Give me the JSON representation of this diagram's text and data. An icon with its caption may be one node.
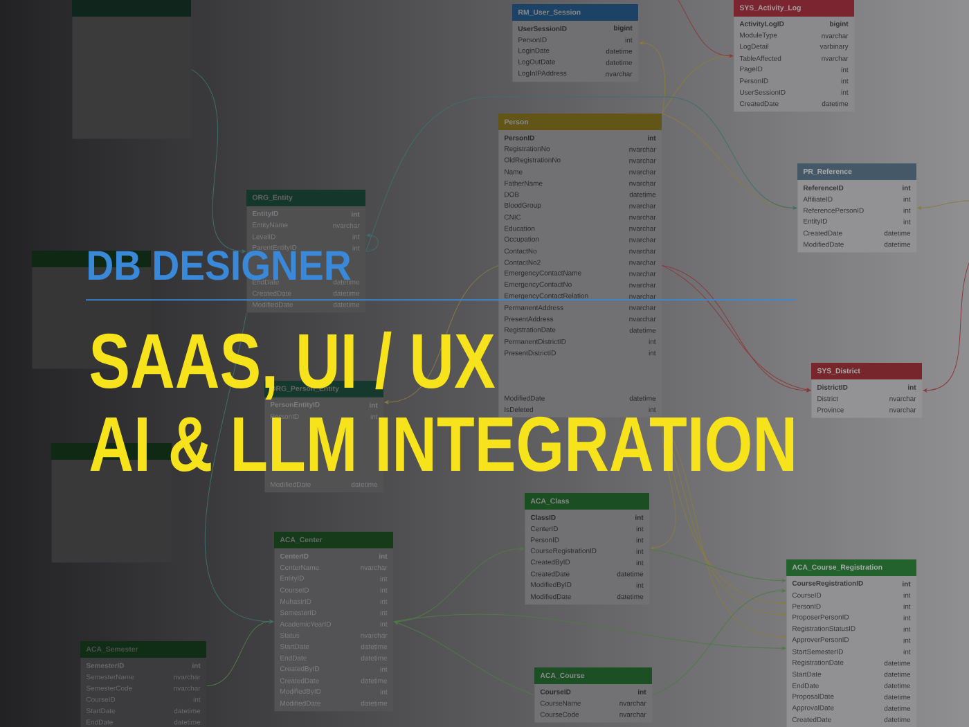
{
  "diagram": {
    "title": "DB DESIGNER",
    "nodes": [
      {
        "text": [],
        "shape": "box"
      },
      {
        "text": [
          "RM_User_Session",
          "UserSessionID",
          "bigint",
          "PersonID",
          "int",
          "LoginDate",
          "datetime",
          "LogOutDate",
          "datetime",
          "LogInIPAddress",
          "nvarchar"
        ]
      },
      {
        "text": [
          "SYS_Activity_Log",
          "ActivityLogID",
          "bigint",
          "ModuleType",
          "nvarchar",
          "LogDetail",
          "varbinary",
          "TableAffected",
          "nvarchar",
          "PageID",
          "int",
          "PersonID",
          "int",
          "UserSessionID",
          "int",
          "CreatedDate",
          "datetime"
        ]
      },
      {
        "text": [
          "Person",
          "PersonID",
          "int",
          "RegistrationNo",
          "nvarchar",
          "OldRegistrationNo",
          "nvarchar",
          "Name",
          "nvarchar",
          "FatherName",
          "nvarchar",
          "DOB",
          "datetime",
          "BloodGroup",
          "nvarchar",
          "CNIC",
          "nvarchar",
          "Education",
          "nvarchar",
          "Occupation",
          "nvarchar",
          "ContactNo",
          "nvarchar",
          "ContactNo2",
          "nvarchar",
          "EmergencyContactName",
          "nvarchar",
          "EmergencyContactNo",
          "nvarchar",
          "EmergencyContactRelation",
          "nvarchar",
          "PermanentAddress",
          "nvarchar",
          "PresentAddress",
          "nvarchar",
          "RegistrationDate",
          "datetime",
          "PermanentDistrictID",
          "int",
          "PresentDistrictID",
          "int",
          "ModifiedDate",
          "datetime",
          "IsDeleted",
          "int"
        ]
      },
      {
        "text": [
          "PR_Reference",
          "ReferenceID",
          "int",
          "AffiliateID",
          "int",
          "ReferencePersonID",
          "int",
          "EntityID",
          "int",
          "CreatedDate",
          "datetime",
          "ModifiedDate",
          "datetime"
        ]
      },
      {
        "text": [
          "ORG_Entity",
          "EntityID",
          "int",
          "EntityName",
          "nvarchar",
          "LevelID",
          "int",
          "ParentEntityID",
          "int",
          "EndDate",
          "datetime",
          "CreatedDate",
          "datetime",
          "ModifiedDate",
          "datetime"
        ]
      },
      {
        "text": [],
        "shape": "box"
      },
      {
        "text": [
          "SYS_District",
          "DistrictID",
          "int",
          "District",
          "nvarchar",
          "Province",
          "nvarchar"
        ]
      },
      {
        "text": [
          "ORG_Person_Entity",
          "PersonEntityID",
          "int",
          "PersonID",
          "int",
          "ModifiedDate",
          "datetime"
        ]
      },
      {
        "text": [],
        "shape": "box"
      },
      {
        "text": [
          "ACA_Class",
          "ClassID",
          "int",
          "CenterID",
          "int",
          "PersonID",
          "int",
          "CourseRegistrationID",
          "int",
          "CreatedByID",
          "int",
          "CreatedDate",
          "datetime",
          "ModifiedByID",
          "int",
          "ModifiedDate",
          "datetime"
        ]
      },
      {
        "text": [
          "ACA_Center",
          "CenterID",
          "int",
          "CenterName",
          "nvarchar",
          "EntityID",
          "int",
          "CourseID",
          "int",
          "MuhasirID",
          "int",
          "SemesterID",
          "int",
          "AcademicYearID",
          "int",
          "Status",
          "nvarchar",
          "StartDate",
          "datetime",
          "EndDate",
          "datetime",
          "CreatedByID",
          "int",
          "CreatedDate",
          "datetime",
          "ModifiedByID",
          "int",
          "ModifiedDate",
          "datetime"
        ]
      },
      {
        "text": [
          "ACA_Course_Registration",
          "CourseRegistrationID",
          "int",
          "CourseID",
          "int",
          "PersonID",
          "int",
          "ProposerPersonID",
          "int",
          "RegistrationStatusID",
          "int",
          "ApproverPersonID",
          "int",
          "StartSemesterID",
          "int",
          "RegistrationDate",
          "datetime",
          "StartDate",
          "datetime",
          "EndDate",
          "datetime",
          "ProposalDate",
          "datetime",
          "ApprovalDate",
          "datetime",
          "CreatedDate",
          "datetime"
        ]
      },
      {
        "text": [
          "ACA_Semester",
          "SemesterID",
          "int",
          "SemesterName",
          "nvarchar",
          "SemesterCode",
          "nvarchar",
          "CourseID",
          "int",
          "StartDate",
          "datetime",
          "EndDate",
          "datetime"
        ]
      },
      {
        "text": [
          "ACA_Course",
          "CourseID",
          "int",
          "CourseName",
          "nvarchar",
          "CourseCode",
          "nvarchar"
        ]
      }
    ],
    "edges": [
      {
        "from": 3,
        "to": 1,
        "arrow": "to"
      },
      {
        "from": 3,
        "to": 2,
        "arrow": "to"
      },
      {
        "from": 3,
        "to": 4,
        "arrow": "to"
      },
      {
        "from": 5,
        "to": 4,
        "arrow": "to",
        "color": "#3f6f6a"
      },
      {
        "from": 3,
        "to": 7,
        "arrow": "to",
        "color": "#8a3a3a"
      },
      {
        "from": 3,
        "to": 7,
        "arrow": "to",
        "color": "#8a3a3a"
      },
      {
        "from": null,
        "to": 7,
        "arrow": "to",
        "color": "#8a3a3a"
      },
      {
        "from": null,
        "to": 2,
        "arrow": "to",
        "color": "#8a3a3a"
      },
      {
        "from": null,
        "to": 4,
        "arrow": "to"
      },
      {
        "from": 3,
        "to": 10,
        "arrow": "to"
      },
      {
        "from": 3,
        "to": 12,
        "arrow": "to"
      },
      {
        "from": 3,
        "to": 12,
        "arrow": "to"
      },
      {
        "from": 3,
        "to": 12,
        "arrow": "to"
      },
      {
        "from": 10,
        "to": 12,
        "arrow": "to",
        "color": "#4f7a45"
      },
      {
        "from": 14,
        "to": 12,
        "arrow": "to",
        "color": "#4f7a45"
      },
      {
        "from": 11,
        "to": 10,
        "arrow": "to",
        "color": "#4f7a45"
      },
      {
        "from": 13,
        "to": 11,
        "arrow": "to",
        "color": "#4f7a45"
      },
      {
        "from": 14,
        "to": 11,
        "arrow": "to",
        "color": "#4f7a45"
      },
      {
        "from": 5,
        "to": 11,
        "arrow": "to",
        "color": "#3f6f6a"
      },
      {
        "from": 5,
        "to": 5,
        "arrow": "to",
        "color": "#3f6f6a"
      },
      {
        "from": 3,
        "to": 8,
        "arrow": "to"
      },
      {
        "from": 11,
        "to": 12,
        "arrow": "to",
        "color": "#4f7a45"
      },
      {
        "from": 0,
        "to": 5,
        "arrow": "to",
        "color": "#3f6f6a"
      }
    ],
    "labels": [
      "SAAS, UI / UX",
      "AI & LLM INTEGRATION"
    ]
  }
}
